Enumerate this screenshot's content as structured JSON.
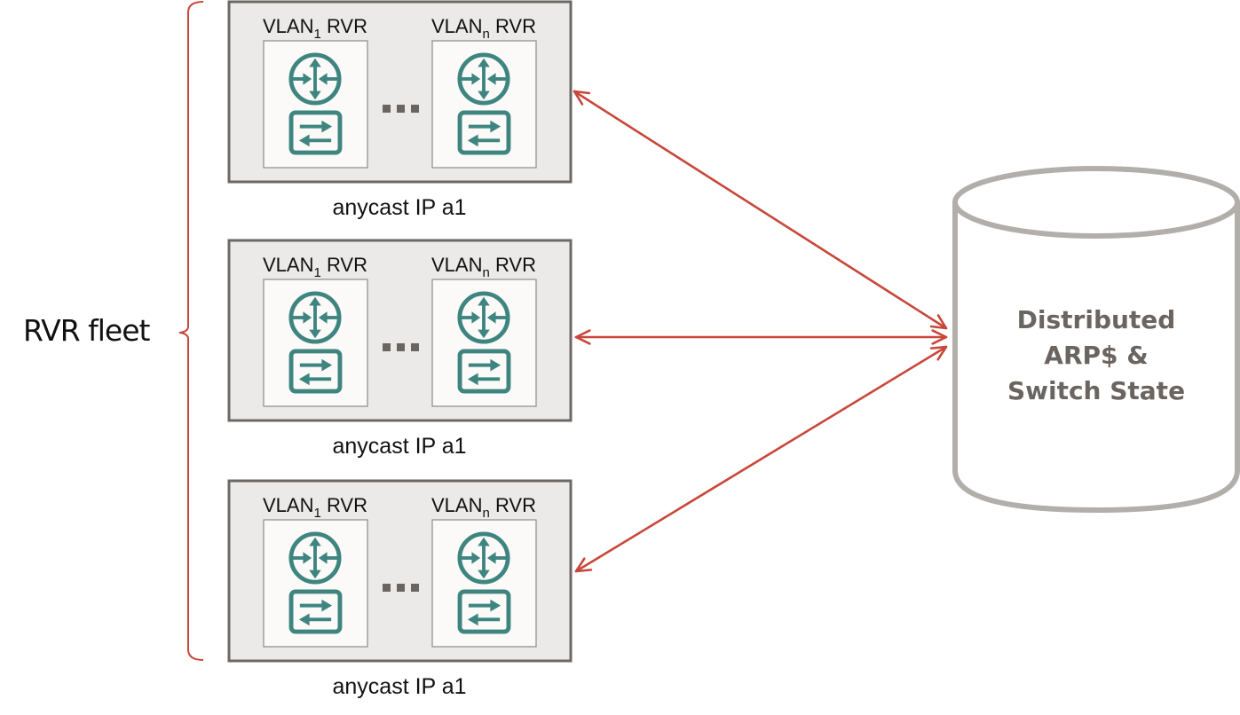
{
  "diagram": {
    "fleet_label": "RVR fleet",
    "groups": [
      {
        "left_label": {
          "main": "VLAN",
          "sub": "1",
          "suffix": " RVR"
        },
        "right_label": {
          "main": "VLAN",
          "sub": "n",
          "suffix": " RVR"
        },
        "ellipsis": "...",
        "caption": "anycast IP a1"
      },
      {
        "left_label": {
          "main": "VLAN",
          "sub": "1",
          "suffix": " RVR"
        },
        "right_label": {
          "main": "VLAN",
          "sub": "n",
          "suffix": " RVR"
        },
        "ellipsis": "...",
        "caption": "anycast IP a1"
      },
      {
        "left_label": {
          "main": "VLAN",
          "sub": "1",
          "suffix": " RVR"
        },
        "right_label": {
          "main": "VLAN",
          "sub": "n",
          "suffix": " RVR"
        },
        "ellipsis": "...",
        "caption": "anycast IP a1"
      }
    ],
    "database": {
      "lines": [
        "Distributed",
        "ARP$ &",
        "Switch State"
      ]
    },
    "icons": {
      "router": "router-icon",
      "switch": "switch-icon"
    },
    "colors": {
      "arrow": "#c8473a",
      "icon": "#3e8580",
      "group_border": "#6e6864",
      "group_fill": "#ebeae8",
      "database_stroke": "#b2aeaa",
      "database_text": "#6b6561"
    },
    "connections": [
      {
        "from": "rvr-group-1",
        "to": "database",
        "direction": "bidirectional"
      },
      {
        "from": "rvr-group-2",
        "to": "database",
        "direction": "bidirectional"
      },
      {
        "from": "rvr-group-3",
        "to": "database",
        "direction": "bidirectional"
      }
    ]
  }
}
